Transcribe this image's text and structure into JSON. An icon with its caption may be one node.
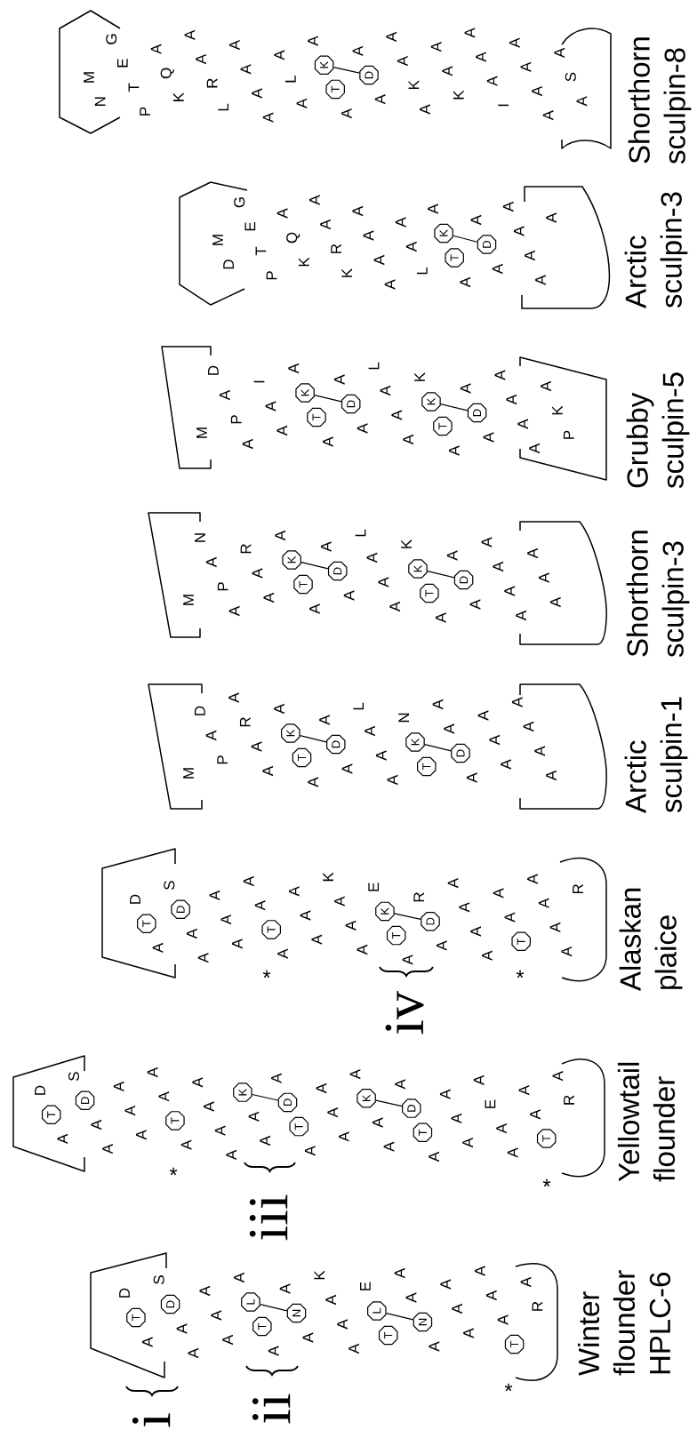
{
  "diagram": {
    "nodes": [
      {
        "text": [
          "T"
        ]
      },
      {
        "text": [
          "D"
        ]
      },
      {
        "text": [
          "L"
        ]
      },
      {
        "text": [
          "T"
        ]
      },
      {
        "text": [
          "N"
        ]
      },
      {
        "text": [
          "L"
        ]
      },
      {
        "text": [
          "T"
        ]
      },
      {
        "text": [
          "N"
        ]
      },
      {
        "text": [
          "T"
        ]
      },
      {
        "text": [
          "T"
        ]
      },
      {
        "text": [
          "D"
        ]
      },
      {
        "text": [
          "T"
        ]
      },
      {
        "text": [
          "K"
        ]
      },
      {
        "text": [
          "D"
        ]
      },
      {
        "text": [
          "T"
        ]
      },
      {
        "text": [
          "K"
        ]
      },
      {
        "text": [
          "D"
        ]
      },
      {
        "text": [
          "T"
        ]
      },
      {
        "text": [
          "T"
        ]
      },
      {
        "text": [
          "T"
        ]
      },
      {
        "text": [
          "D"
        ]
      },
      {
        "text": [
          "T"
        ]
      },
      {
        "text": [
          "K"
        ]
      },
      {
        "text": [
          "T"
        ]
      },
      {
        "text": [
          "D"
        ]
      },
      {
        "text": [
          "T"
        ]
      },
      {
        "text": [
          "K"
        ]
      },
      {
        "text": [
          "T"
        ]
      },
      {
        "text": [
          "D"
        ]
      },
      {
        "text": [
          "K"
        ]
      },
      {
        "text": [
          "T"
        ]
      },
      {
        "text": [
          "D"
        ]
      },
      {
        "text": [
          "K"
        ]
      },
      {
        "text": [
          "T"
        ]
      },
      {
        "text": [
          "D"
        ]
      },
      {
        "text": [
          "K"
        ]
      },
      {
        "text": [
          "T"
        ]
      },
      {
        "text": [
          "D"
        ]
      },
      {
        "text": [
          "K"
        ]
      },
      {
        "text": [
          "T"
        ]
      },
      {
        "text": [
          "D"
        ]
      },
      {
        "text": [
          "K"
        ]
      },
      {
        "text": [
          "T"
        ]
      },
      {
        "text": [
          "D"
        ]
      },
      {
        "text": [
          "K"
        ]
      },
      {
        "text": [
          "T"
        ]
      },
      {
        "text": [
          "D"
        ]
      },
      {
        "text": [
          "K"
        ]
      },
      {
        "text": [
          "T"
        ]
      },
      {
        "text": [
          "D"
        ]
      }
    ],
    "edges": [
      {
        "from": 2,
        "to": 4,
        "arrow": "none"
      },
      {
        "from": 5,
        "to": 7,
        "arrow": "none"
      },
      {
        "from": 12,
        "to": 13,
        "arrow": "none"
      },
      {
        "from": 15,
        "to": 16,
        "arrow": "none"
      },
      {
        "from": 22,
        "to": 24,
        "arrow": "none"
      },
      {
        "from": 26,
        "to": 28,
        "arrow": "none"
      },
      {
        "from": 29,
        "to": 31,
        "arrow": "none"
      },
      {
        "from": 32,
        "to": 34,
        "arrow": "none"
      },
      {
        "from": 35,
        "to": 37,
        "arrow": "none"
      },
      {
        "from": 38,
        "to": 40,
        "arrow": "none"
      },
      {
        "from": 41,
        "to": 43,
        "arrow": "none"
      },
      {
        "from": 44,
        "to": 46,
        "arrow": "none"
      },
      {
        "from": 47,
        "to": 49,
        "arrow": "none"
      }
    ],
    "labels": [
      "D",
      "A",
      "S",
      "A",
      "A",
      "A",
      "A",
      "A",
      "A",
      "A",
      "A",
      "A",
      "K",
      "A",
      "A",
      "A",
      "E",
      "A",
      "A",
      "A",
      "A",
      "A",
      "A",
      "A",
      "A",
      "A",
      "A",
      "R",
      "D",
      "A",
      "S",
      "A",
      "A",
      "A",
      "A",
      "A",
      "A",
      "A",
      "A",
      "A",
      "A",
      "A",
      "A",
      "A",
      "A",
      "A",
      "A",
      "A",
      "A",
      "A",
      "A",
      "A",
      "A",
      "A",
      "A",
      "A",
      "A",
      "A",
      "A",
      "E",
      "A",
      "A",
      "A",
      "A",
      "A",
      "R",
      "D",
      "A",
      "S",
      "A",
      "A",
      "A",
      "A",
      "A",
      "A",
      "A",
      "A",
      "A",
      "A",
      "A",
      "K",
      "A",
      "A",
      "A",
      "E",
      "A",
      "R",
      "A",
      "A",
      "A",
      "A",
      "A",
      "A",
      "A",
      "A",
      "A",
      "A",
      "A",
      "R",
      "M",
      "D",
      "A",
      "P",
      "A",
      "R",
      "A",
      "A",
      "A",
      "A",
      "A",
      "A",
      "L",
      "A",
      "A",
      "A",
      "N",
      "A",
      "A",
      "A",
      "A",
      "A",
      "A",
      "A",
      "A",
      "A",
      "A",
      "M",
      "N",
      "A",
      "P",
      "A",
      "R",
      "A",
      "A",
      "A",
      "A",
      "A",
      "A",
      "L",
      "A",
      "A",
      "A",
      "K",
      "A",
      "A",
      "A",
      "A",
      "A",
      "A",
      "A",
      "A",
      "A",
      "A",
      "M",
      "D",
      "A",
      "P",
      "A",
      "I",
      "A",
      "A",
      "A",
      "A",
      "A",
      "A",
      "L",
      "A",
      "A",
      "A",
      "K",
      "A",
      "A",
      "A",
      "A",
      "A",
      "A",
      "A",
      "A",
      "K",
      "P",
      "M",
      "D",
      "G",
      "E",
      "T",
      "P",
      "A",
      "Q",
      "K",
      "A",
      "A",
      "R",
      "K",
      "A",
      "A",
      "A",
      "A",
      "A",
      "A",
      "L",
      "A",
      "A",
      "A",
      "A",
      "A",
      "A",
      "A",
      "A",
      "A",
      "M",
      "N",
      "G",
      "E",
      "T",
      "P",
      "A",
      "Q",
      "K",
      "A",
      "A",
      "R",
      "L",
      "A",
      "A",
      "A",
      "A",
      "A",
      "L",
      "A",
      "A",
      "A",
      "A",
      "A",
      "A",
      "A",
      "K",
      "A",
      "A",
      "A",
      "K",
      "A",
      "A",
      "A",
      "I",
      "A",
      "A",
      "A",
      "A",
      "A",
      "S",
      "A",
      "Winter flounder HPLC-6",
      "Yellowtail flounder",
      "Alaskan plaice",
      "Arctic sculpin-1",
      "Shorthorn sculpin-3",
      "Grubby sculpin-5",
      "Arctic sculpin-3",
      "Shorthorn sculpin-8",
      "i",
      "ii",
      "iii",
      "iv",
      "*",
      "*",
      "*",
      "*",
      "*"
    ]
  }
}
